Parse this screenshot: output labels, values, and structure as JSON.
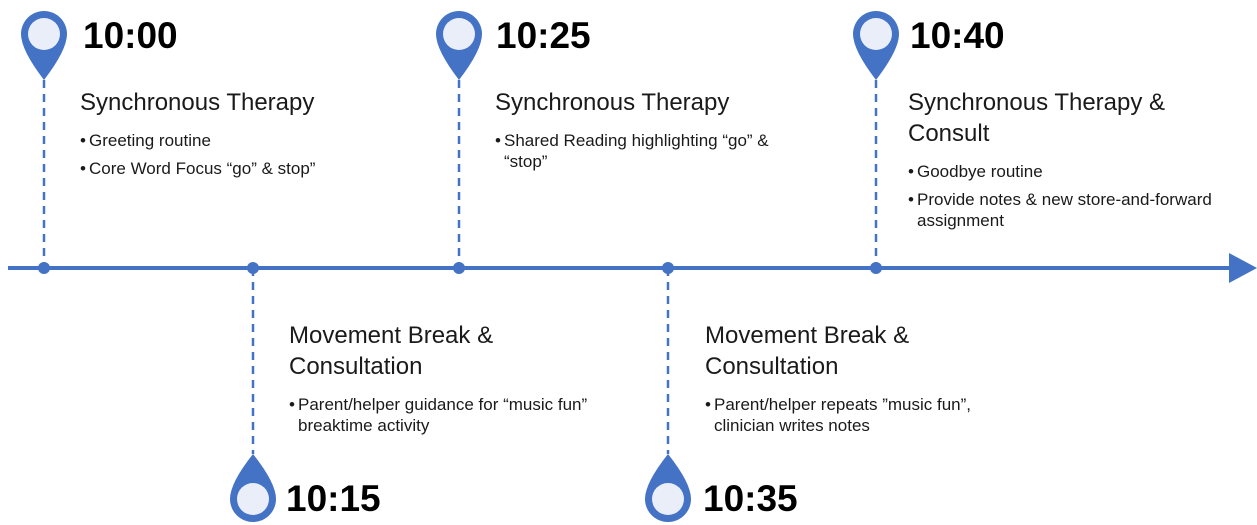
{
  "colors": {
    "line": "#4472C4",
    "pin_fill": "#4472C4",
    "pin_inner": "#E9EEF8",
    "text": "#1a1a1a"
  },
  "events": [
    {
      "time": "10:00",
      "title": "Synchronous Therapy",
      "bullets": [
        "Greeting routine",
        "Core Word Focus “go” & stop”"
      ]
    },
    {
      "time": "10:15",
      "title": "Movement Break & Consultation",
      "bullets": [
        "Parent/helper guidance for “music fun” breaktime activity"
      ]
    },
    {
      "time": "10:25",
      "title": "Synchronous Therapy",
      "bullets": [
        "Shared Reading highlighting “go” & “stop”"
      ]
    },
    {
      "time": "10:35",
      "title": "Movement Break & Consultation",
      "bullets": [
        "Parent/helper repeats ”music fun”, clinician writes notes"
      ]
    },
    {
      "time": "10:40",
      "title": "Synchronous Therapy & Consult",
      "bullets": [
        "Goodbye routine",
        "Provide notes & new store-and-forward assignment"
      ]
    }
  ]
}
